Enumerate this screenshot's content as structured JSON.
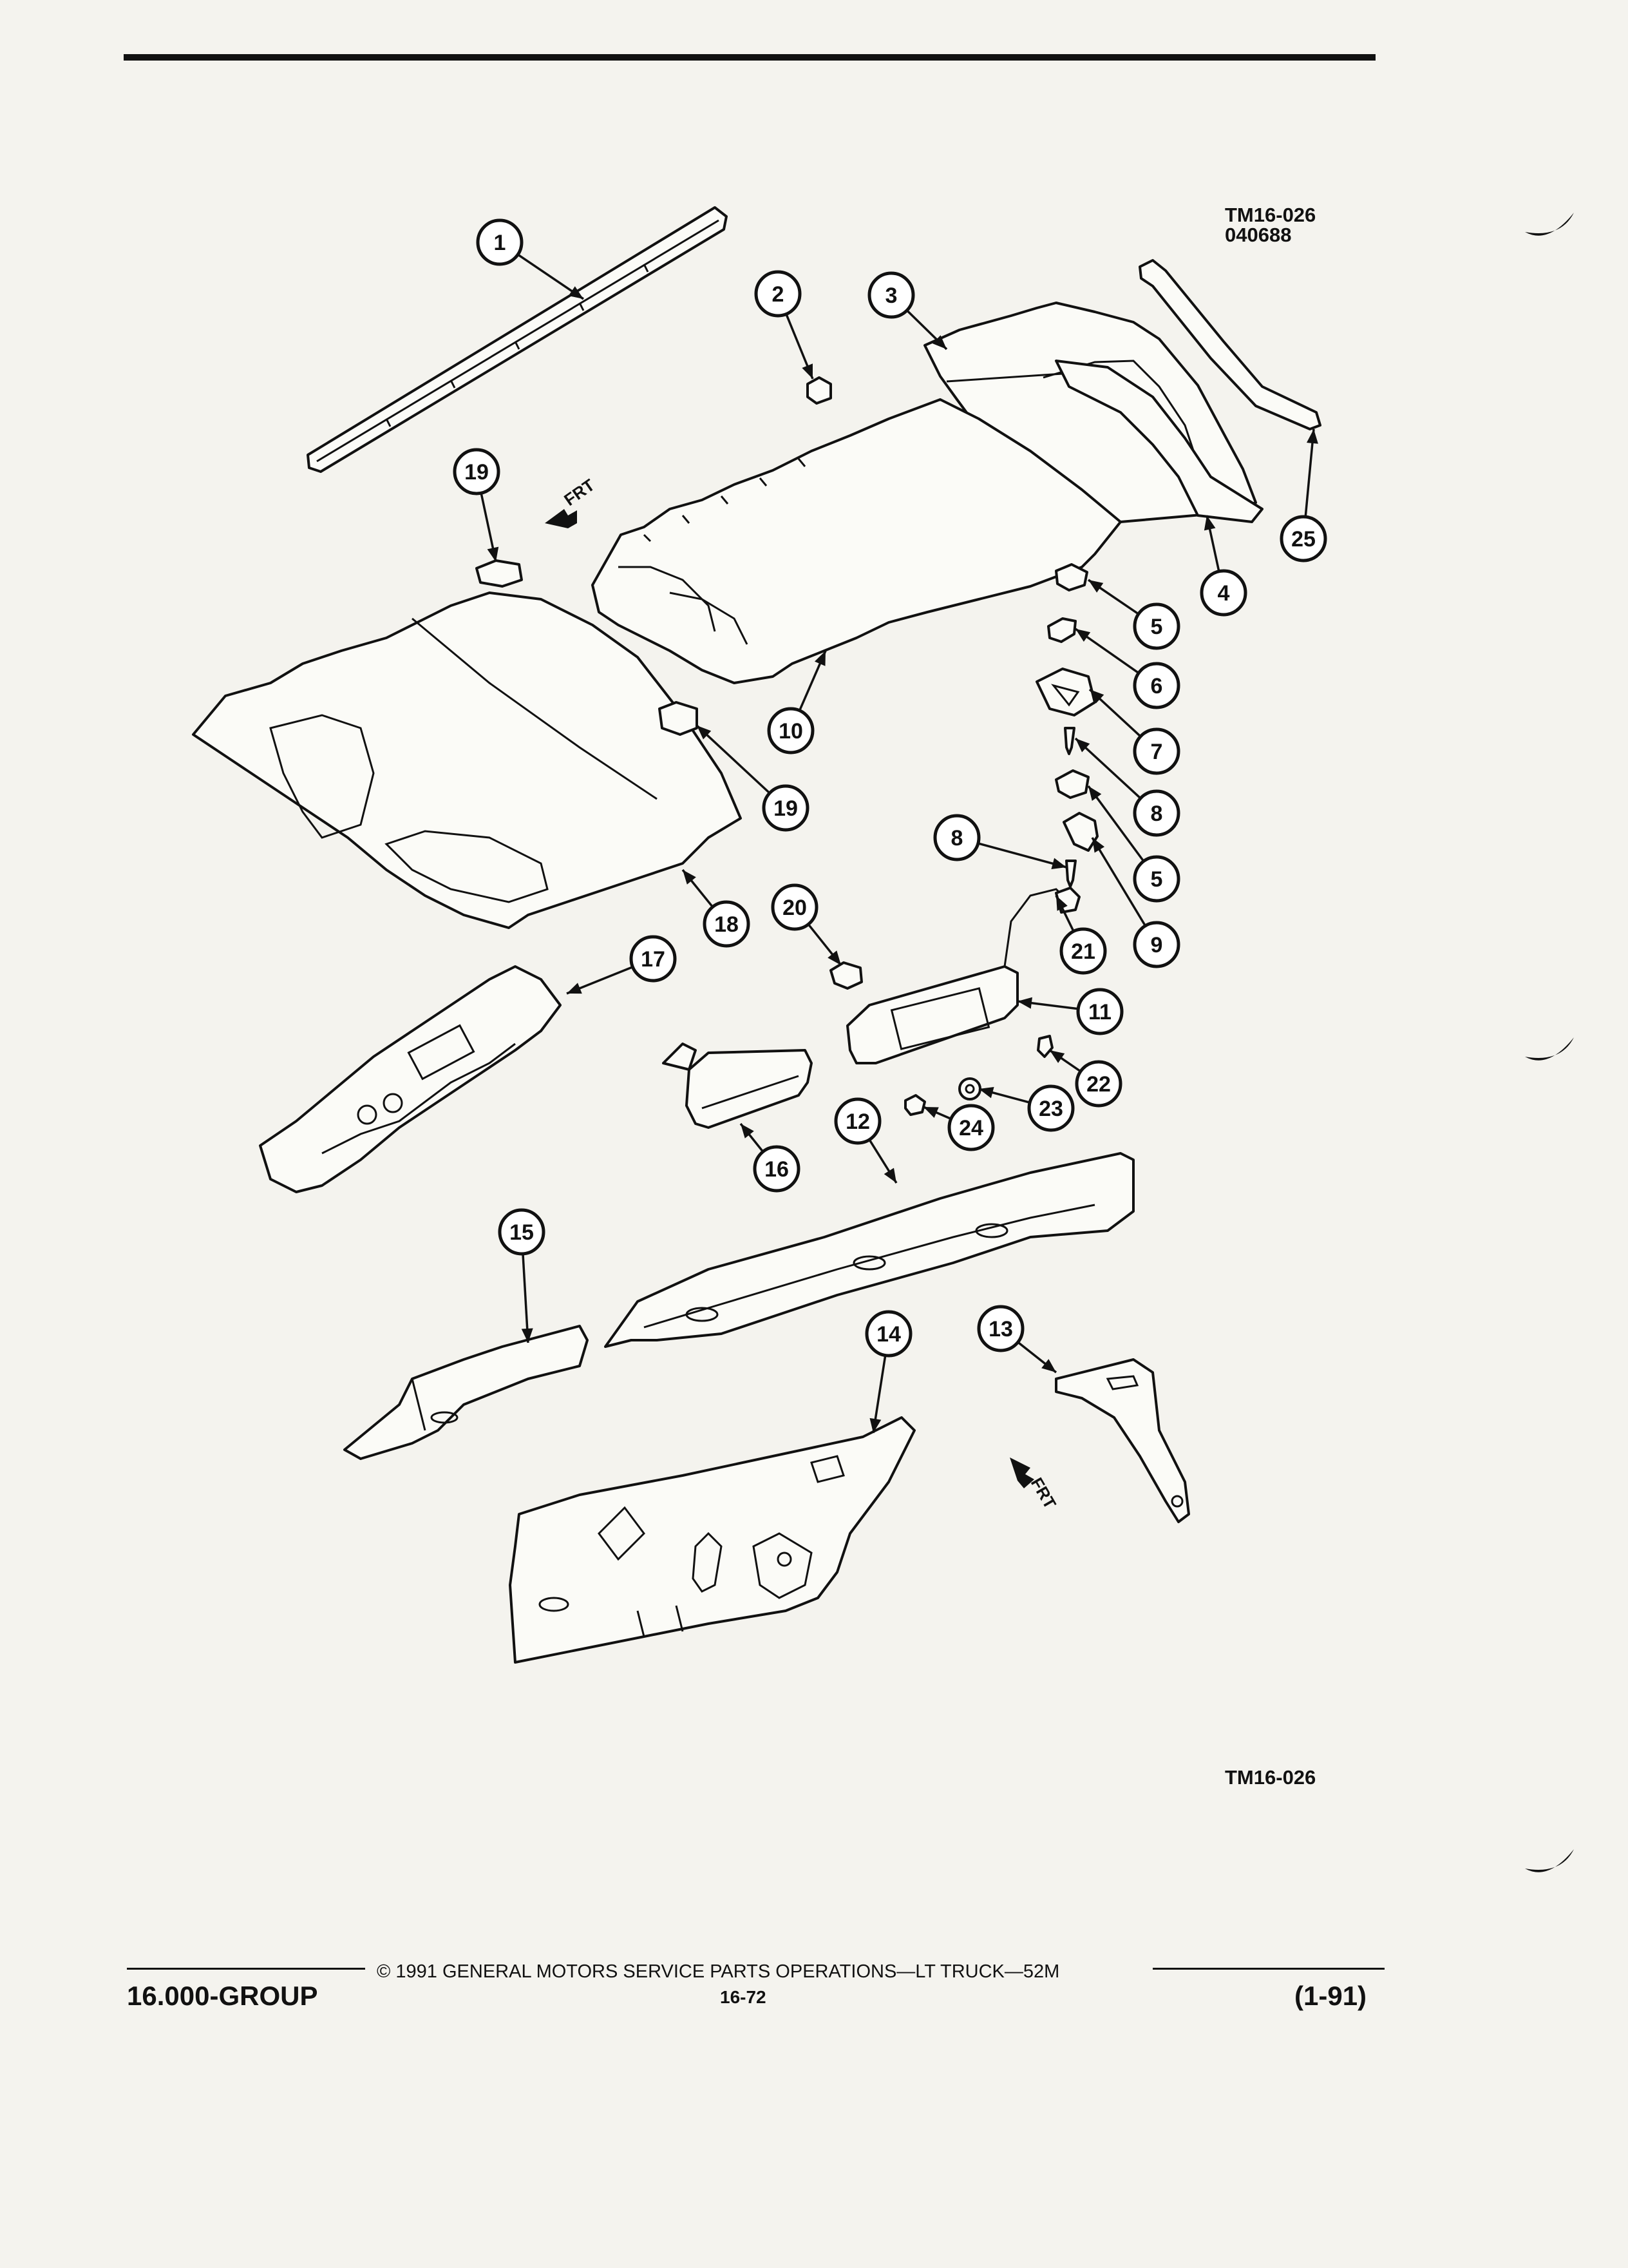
{
  "figure": {
    "id_top_line1": "TM16-026",
    "id_top_line2": "040688",
    "id_bottom": "TM16-026",
    "direction_label": "FRT"
  },
  "callouts": [
    {
      "num": "1",
      "part": "1"
    },
    {
      "num": "2",
      "part": "2"
    },
    {
      "num": "3",
      "part": "3"
    },
    {
      "num": "4",
      "part": "4"
    },
    {
      "num": "5",
      "part": "5"
    },
    {
      "num": "5",
      "part": "5b"
    },
    {
      "num": "6",
      "part": "6"
    },
    {
      "num": "7",
      "part": "7"
    },
    {
      "num": "8",
      "part": "8"
    },
    {
      "num": "8",
      "part": "8b"
    },
    {
      "num": "9",
      "part": "9"
    },
    {
      "num": "10",
      "part": "10"
    },
    {
      "num": "11",
      "part": "11"
    },
    {
      "num": "12",
      "part": "12"
    },
    {
      "num": "13",
      "part": "13"
    },
    {
      "num": "14",
      "part": "14"
    },
    {
      "num": "15",
      "part": "15"
    },
    {
      "num": "16",
      "part": "16"
    },
    {
      "num": "17",
      "part": "17"
    },
    {
      "num": "18",
      "part": "18"
    },
    {
      "num": "19",
      "part": "19"
    },
    {
      "num": "19",
      "part": "19b"
    },
    {
      "num": "20",
      "part": "20"
    },
    {
      "num": "21",
      "part": "21"
    },
    {
      "num": "22",
      "part": "22"
    },
    {
      "num": "23",
      "part": "23"
    },
    {
      "num": "24",
      "part": "24"
    },
    {
      "num": "25",
      "part": "25"
    }
  ],
  "footer": {
    "copyright": "© 1991 GENERAL MOTORS SERVICE PARTS OPERATIONS—LT TRUCK—52M",
    "group": "16.000-GROUP",
    "page": "16-72",
    "date": "(1-91)"
  }
}
